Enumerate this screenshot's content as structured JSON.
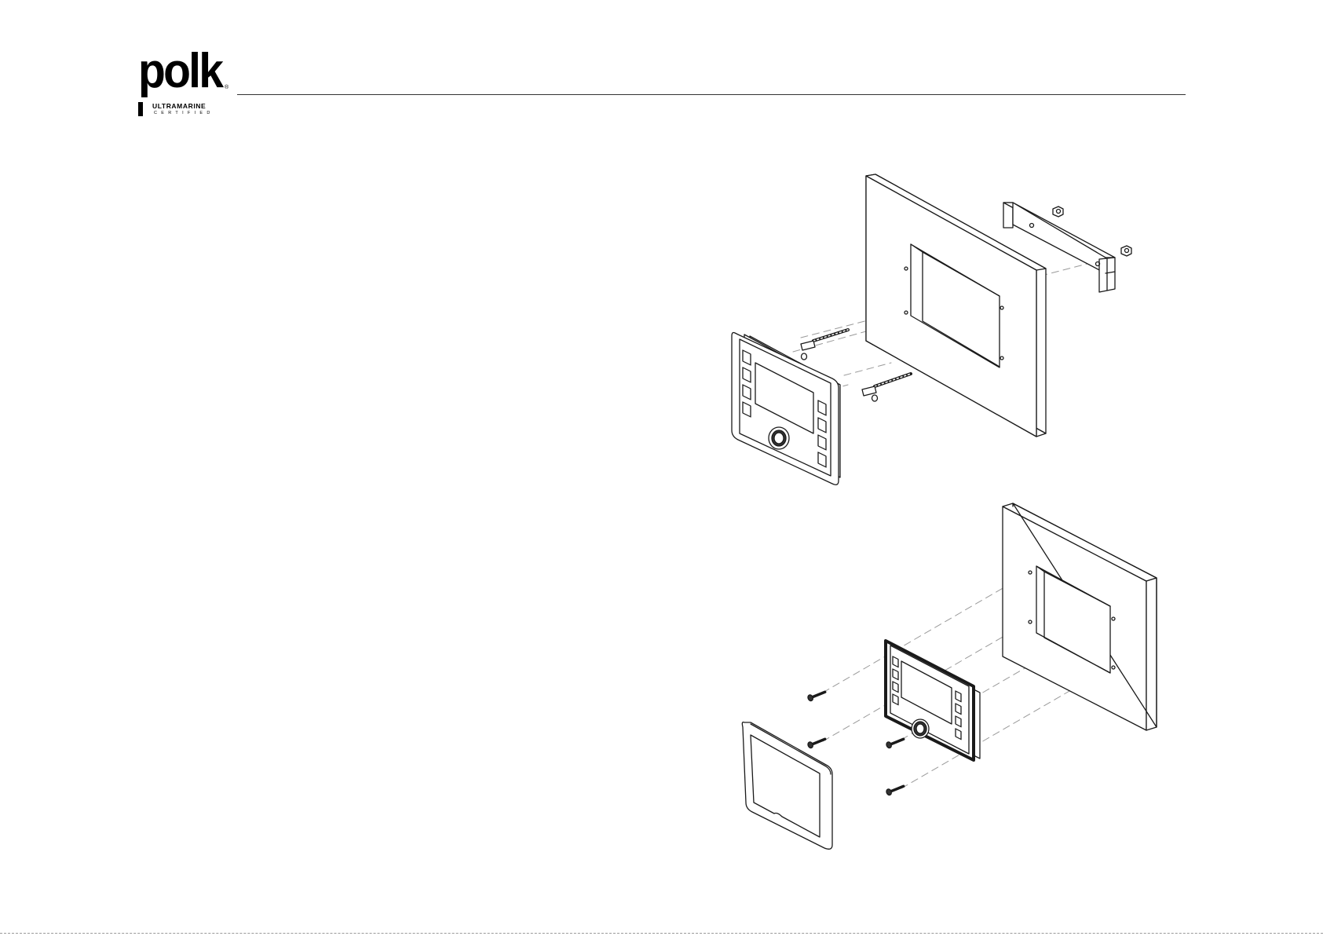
{
  "header": {
    "logo_word": "polk",
    "logo_registered": "®",
    "logo_line1": "ULTRAMARINE",
    "logo_line2": "CERTIFIED"
  },
  "figures": [
    {
      "icon": "bracket-mount-exploded-diagram"
    },
    {
      "icon": "flush-mount-exploded-diagram"
    }
  ],
  "colors": {
    "line": "#1a1a1a",
    "dash": "#9a9a9a",
    "fill": "#ffffff"
  }
}
